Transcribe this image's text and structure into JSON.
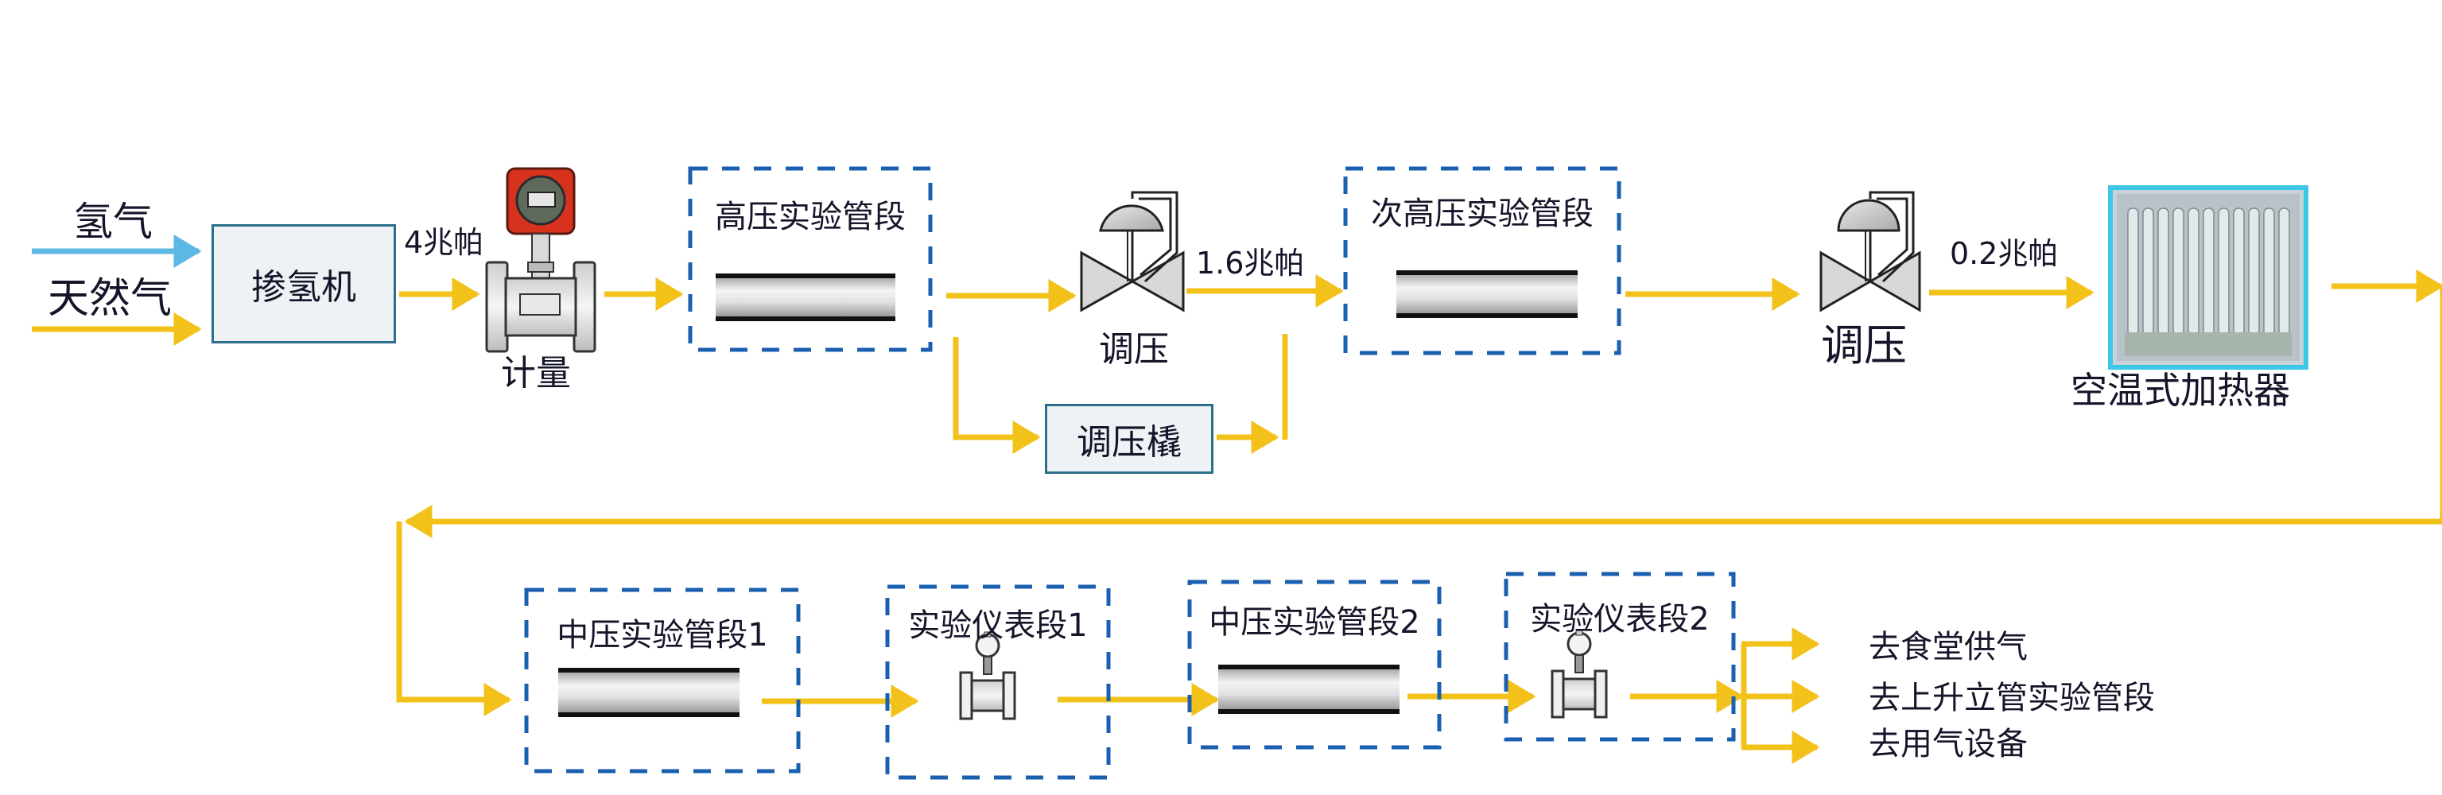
{
  "colors": {
    "gas_line": "#f2c21a",
    "hydrogen_line": "#5cb8e2",
    "dashed_border": "#1b5fb0",
    "text": "#15152a"
  },
  "inputs": {
    "hydrogen": "氢气",
    "natural_gas": "天然气"
  },
  "blender": {
    "label": "掺氢机"
  },
  "pressure_1": "4兆帕",
  "meter": {
    "label": "计量",
    "icon": "flowmeter-icon"
  },
  "high_pressure_section": {
    "label": "高压实验管段",
    "icon": "pipe-icon"
  },
  "regulator_1": {
    "label": "调压",
    "icon": "pressure-regulator-valve-icon"
  },
  "bypass": {
    "label": "调压橇"
  },
  "pressure_2": "1.6兆帕",
  "sub_high_pressure_section": {
    "label": "次高压实验管段",
    "icon": "pipe-icon"
  },
  "regulator_2": {
    "label": "调压",
    "icon": "pressure-regulator-valve-icon"
  },
  "pressure_3": "0.2兆帕",
  "heater": {
    "label": "空温式加热器",
    "icon": "air-heater-icon"
  },
  "bottom_sections": [
    {
      "label": "中压实验管段1",
      "icon": "pipe-icon"
    },
    {
      "label": "实验仪表段1",
      "icon": "flowmeter-icon"
    },
    {
      "label": "中压实验管段2",
      "icon": "pipe-icon"
    },
    {
      "label": "实验仪表段2",
      "icon": "flowmeter-icon"
    }
  ],
  "outputs": [
    "去食堂供气",
    "去上升立管实验管段",
    "去用气设备"
  ]
}
